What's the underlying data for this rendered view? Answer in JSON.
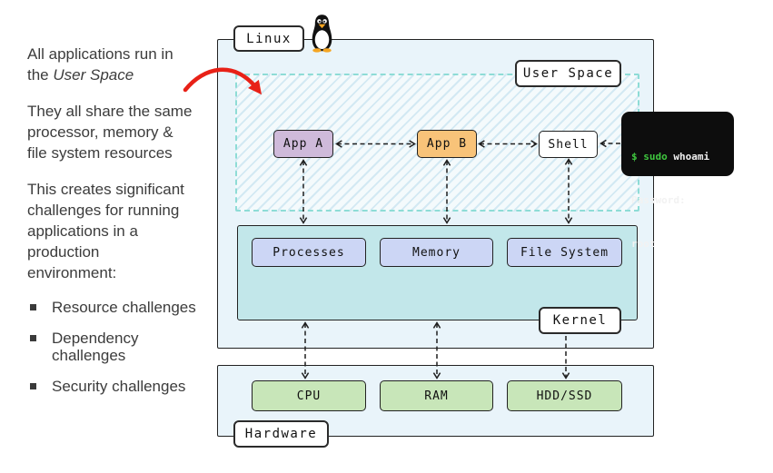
{
  "colors": {
    "container_fill": "#e9f4fa",
    "container_border": "#222222",
    "userspace_hatch_line": "#d3e9f3",
    "userspace_border": "#8edcd6",
    "kernel_fill": "#c2e7ea",
    "kernel_component_fill": "#ccd6f5",
    "hardware_component_fill": "#c8e6b9",
    "app_a_fill": "#cfbada",
    "app_b_fill": "#f8c379",
    "terminal_bg": "#0d0d0d",
    "terminal_green": "#3fc73f",
    "annotation_red": "#e82117",
    "note_text": "#3c3c3c"
  },
  "notes": {
    "para1_line1": "All applications run in",
    "para1_line2_pre": "the ",
    "para1_line2_italic": "User Space",
    "para2_lines": [
      "They all share the same",
      "processor, memory &",
      "file system resources"
    ],
    "para3_lines": [
      "This creates significant",
      "challenges for running",
      "applications in a",
      "production",
      "environment:"
    ],
    "bullet1_line1": "Resource challenges",
    "bullet2_line1": "Dependency",
    "bullet2_line2": "challenges",
    "bullet3_line1": "Security challenges"
  },
  "diagram": {
    "linux_label": "Linux",
    "user_space_label": "User Space",
    "app_a_label": "App A",
    "app_b_label": "App B",
    "shell_label": "Shell",
    "kernel_label": "Kernel",
    "hardware_label": "Hardware",
    "kernel_components": [
      "Processes",
      "Memory",
      "File System"
    ],
    "hardware_components": [
      "CPU",
      "RAM",
      "HDD/SSD"
    ],
    "terminal": {
      "prompt": "$ sudo",
      "command": " whoami",
      "line2": "Password:",
      "line3": "root"
    }
  }
}
